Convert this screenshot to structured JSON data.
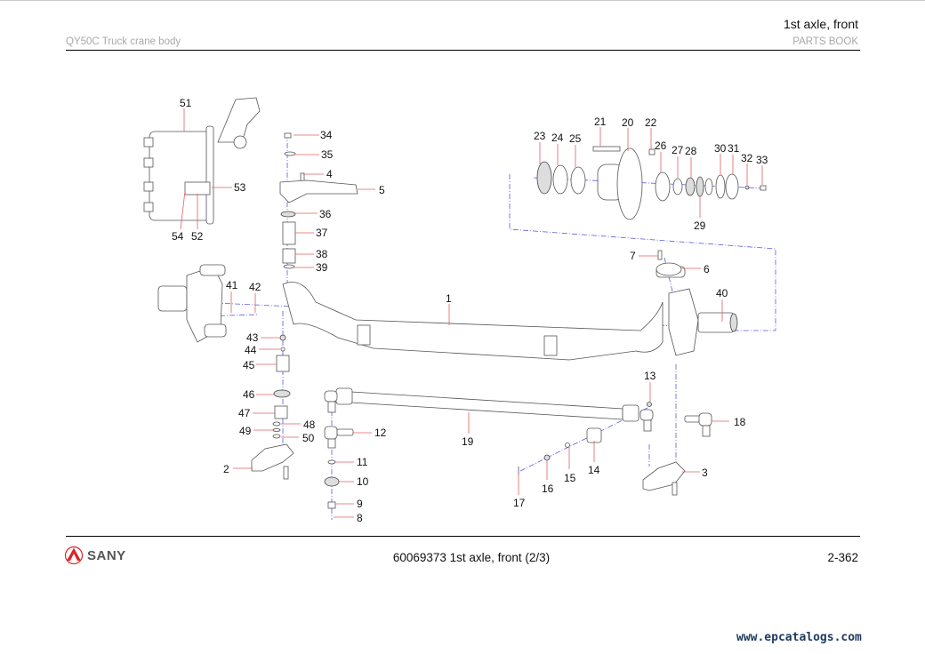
{
  "header": {
    "section_title": "1st axle, front",
    "model": "QY50C Truck crane body",
    "book": "PARTS BOOK"
  },
  "footer": {
    "brand": "SANY",
    "caption": "60069373 1st axle, front (2/3)",
    "page": "2-362",
    "brand_color": "#d8262c"
  },
  "watermark": "www.epcatalogs.com",
  "callouts": [
    "1",
    "2",
    "3",
    "4",
    "5",
    "6",
    "7",
    "8",
    "9",
    "10",
    "11",
    "12",
    "13",
    "14",
    "15",
    "16",
    "17",
    "18",
    "19",
    "20",
    "21",
    "22",
    "23",
    "24",
    "25",
    "26",
    "27",
    "28",
    "29",
    "30",
    "31",
    "32",
    "33",
    "34",
    "35",
    "36",
    "37",
    "38",
    "39",
    "40",
    "41",
    "42",
    "43",
    "44",
    "45",
    "46",
    "47",
    "48",
    "49",
    "50",
    "51",
    "52",
    "53",
    "54"
  ]
}
